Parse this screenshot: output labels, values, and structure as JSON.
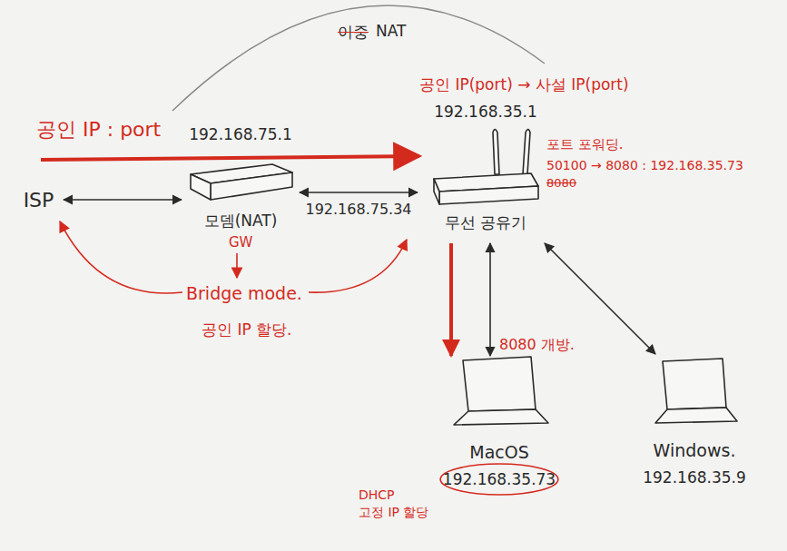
{
  "diagram": {
    "nodes": [
      {
        "text": [
          "ISP"
        ]
      },
      {
        "text": [
          "192.168.75.1",
          "모뎀(NAT)"
        ]
      },
      {
        "text": [
          "192.168.35.1",
          "무선 공유기"
        ]
      },
      {
        "text": [
          "MacOS",
          "192.168.35.73"
        ]
      },
      {
        "text": [
          "Windows.",
          "192.168.35.9"
        ]
      }
    ],
    "edges": [
      {
        "from": 0,
        "to": 1,
        "arrow": "both"
      },
      {
        "from": 1,
        "to": 2,
        "label": "192.168.75.34",
        "arrow": "both"
      },
      {
        "from": 2,
        "to": 3,
        "arrow": "to"
      },
      {
        "from": 2,
        "to": 3,
        "arrow": "both"
      },
      {
        "from": 2,
        "to": 4,
        "arrow": "both"
      }
    ],
    "labels": [
      "이중",
      "NAT",
      "공인 IP : port",
      "공인 IP(port) → 사설 IP(port)",
      "포트 포워딩.",
      "50100 → 8080 : 192.168.35.73",
      "8080",
      "GW",
      "Bridge mode.",
      "공인 IP 할당.",
      "8080 개방.",
      "DHCP",
      "고정 IP 할당"
    ]
  }
}
